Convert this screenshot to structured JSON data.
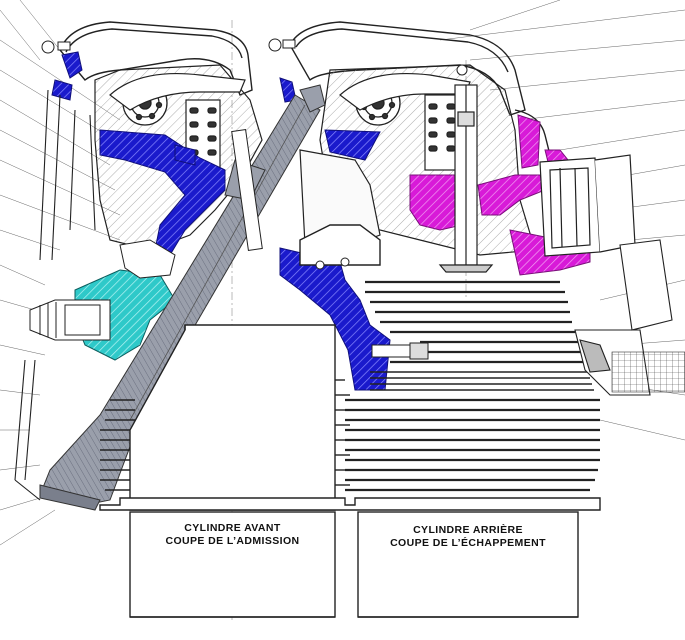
{
  "captions": {
    "front": {
      "line1": "CYLINDRE AVANT",
      "line2": "COUPE DE L’ADMISSION"
    },
    "rear": {
      "line1": "CYLINDRE ARRIÈRE",
      "line2": "COUPE DE L’ÉCHAPPEMENT"
    }
  },
  "colors": {
    "intake": "#1a1acc",
    "exhaust": "#d81ad8",
    "carburetor": "#2ec9c9",
    "pushrod": "#8d93a0",
    "line": "#2a2a2a"
  }
}
